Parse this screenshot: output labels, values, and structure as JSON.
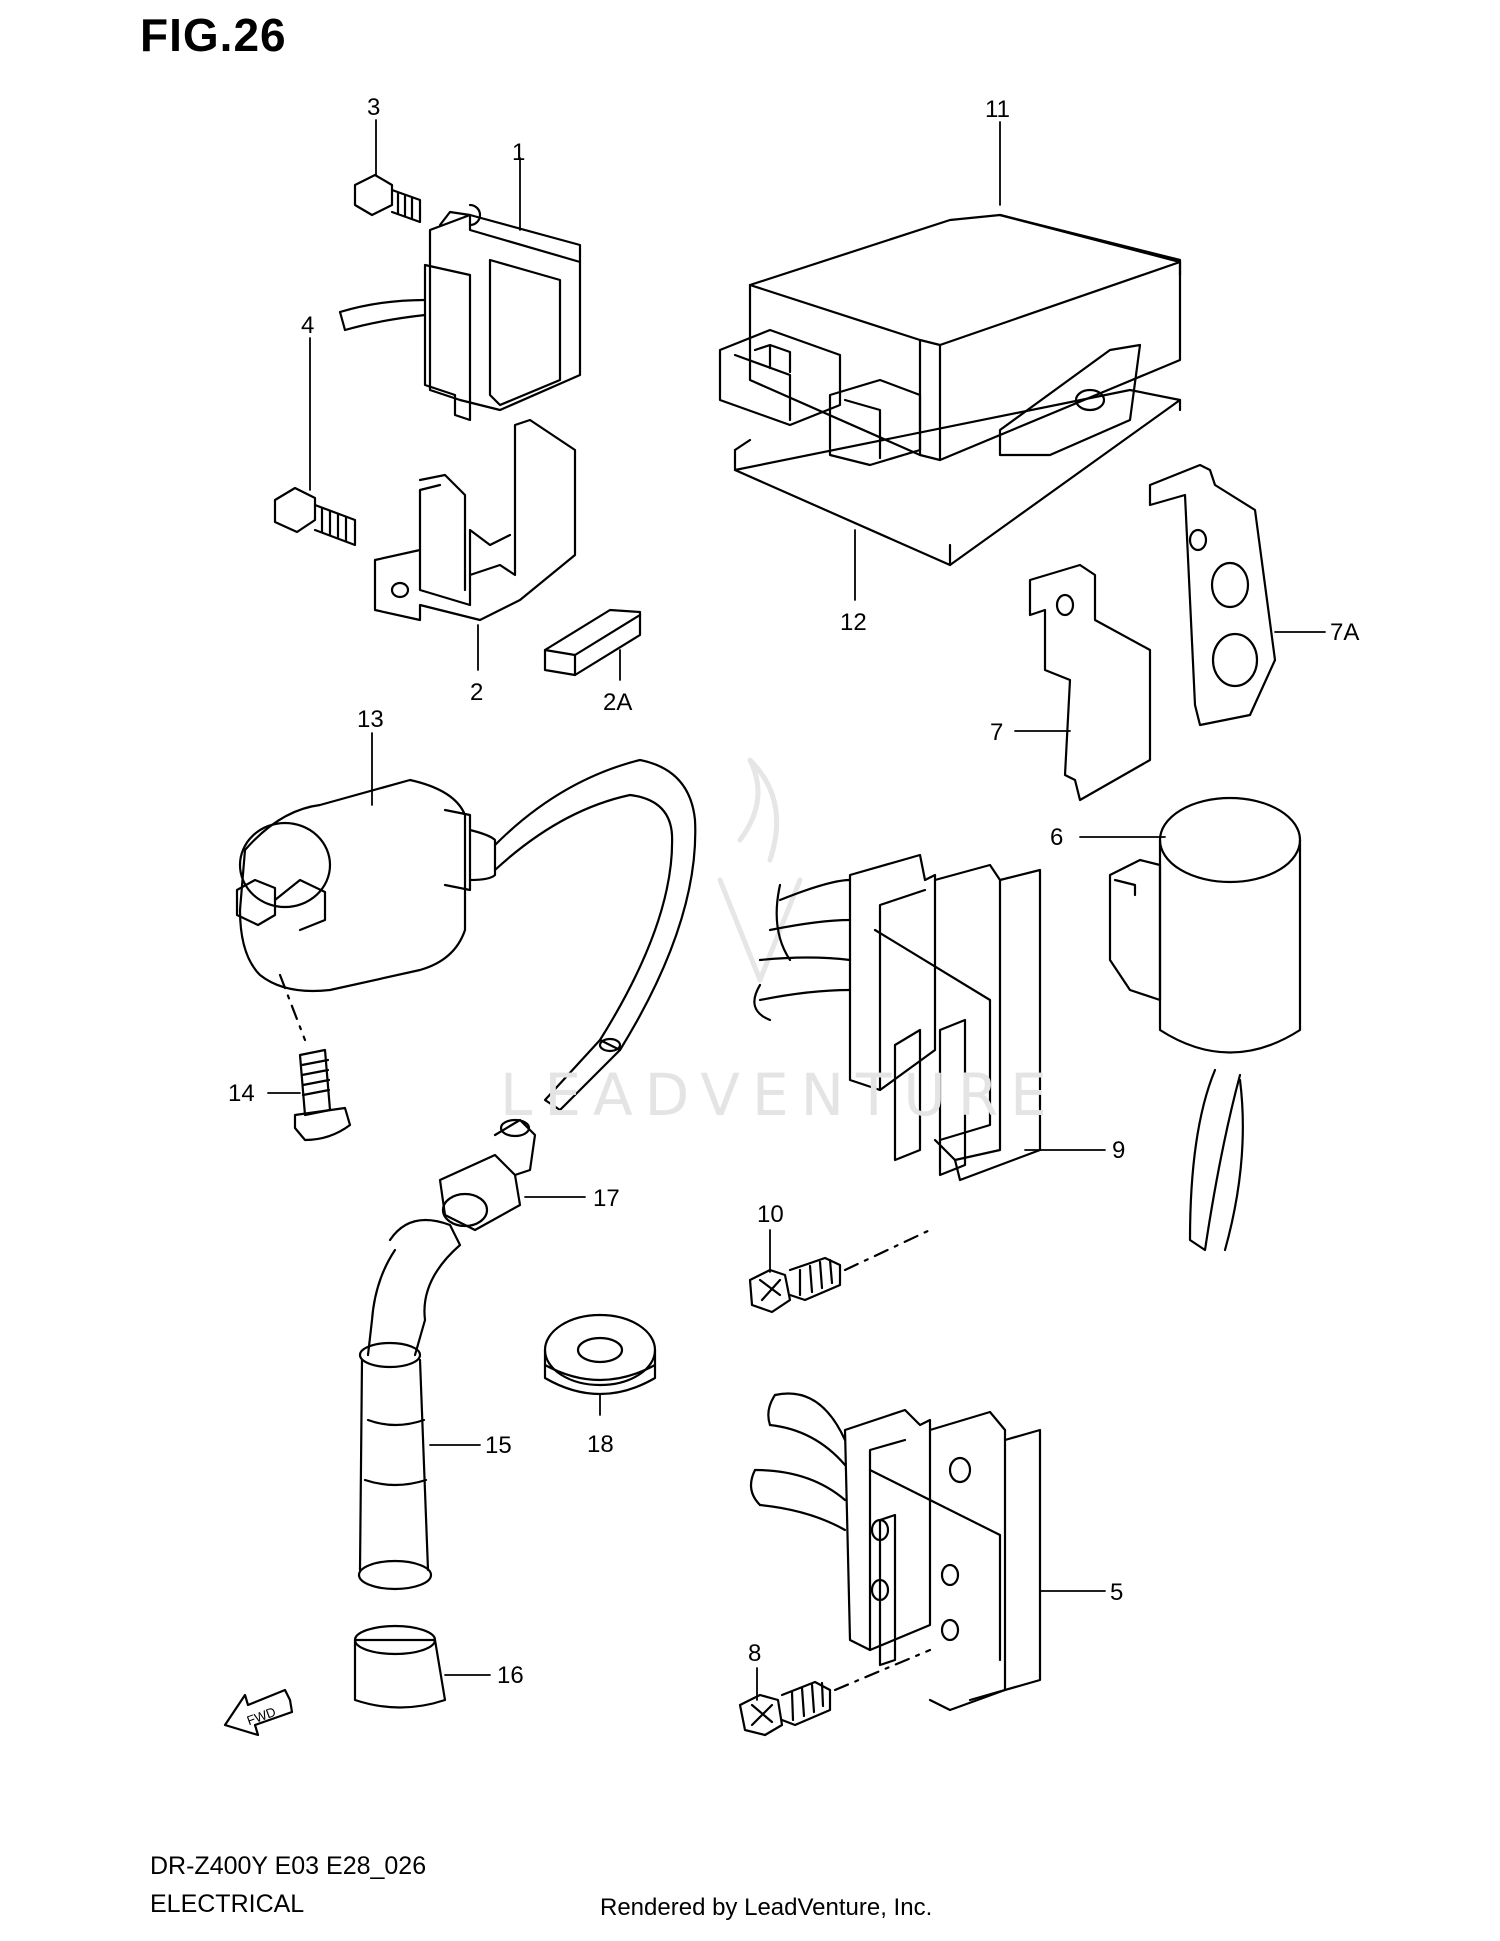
{
  "figure": {
    "title": "FIG.26",
    "code": "DR-Z400Y E03 E28_026",
    "section": "ELECTRICAL",
    "rendered_by": "Rendered by LeadVenture, Inc.",
    "watermark": "LEADVENTURE"
  },
  "callouts": {
    "c1": "1",
    "c2": "2",
    "c2a": "2A",
    "c3": "3",
    "c4": "4",
    "c5": "5",
    "c6": "6",
    "c7": "7",
    "c7a": "7A",
    "c8": "8",
    "c9": "9",
    "c10": "10",
    "c11": "11",
    "c12": "12",
    "c13": "13",
    "c14": "14",
    "c15": "15",
    "c16": "16",
    "c17": "17",
    "c18": "18"
  },
  "arrow_label": "FWD"
}
